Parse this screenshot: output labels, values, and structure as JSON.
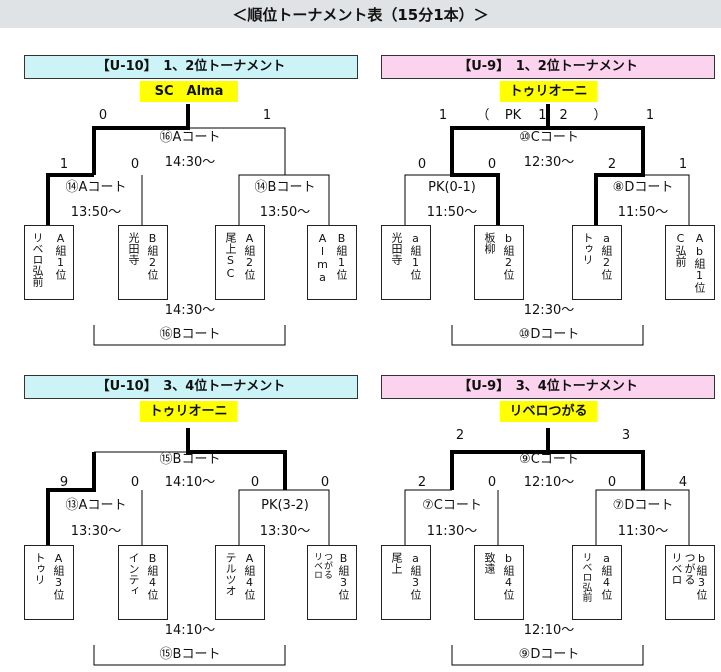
{
  "header": "＜順位トーナメント表（15分1本）＞",
  "b1": {
    "title": "【U-10】　1、2位トーナメント",
    "winner": "SC　Alma",
    "final_scores": [
      "0",
      "1"
    ],
    "final_court": "⑯Aコート",
    "final_time": "14:30～",
    "semi_left_scores": [
      "1",
      "0"
    ],
    "semi_left_court": "⑭Aコート",
    "semi_left_time": "13:50～",
    "semi_right_court": "⑭Bコート",
    "semi_right_time": "13:50～",
    "teams": [
      {
        "group": "A組1位",
        "name": "リベロ弘前"
      },
      {
        "group": "B組2位",
        "name": "光田寺"
      },
      {
        "group": "A組2位",
        "name": "尾上SC"
      },
      {
        "group": "B組1位",
        "name": "Alma"
      }
    ],
    "bottom_time": "14:30～",
    "bottom_court": "⑯Bコート"
  },
  "b2": {
    "title": "【U-9】　1、2位トーナメント",
    "winner": "トゥリオーニ",
    "final_scores": [
      "1",
      "1"
    ],
    "pk_open": "（",
    "pk_label": "PK",
    "pk_score": "1　2",
    "pk_close": "）",
    "final_court": "⑩Cコート",
    "final_time": "12:30～",
    "semi_left_scores": [
      "0",
      "0"
    ],
    "semi_left_court": "PK(0-1)",
    "semi_left_time": "11:50～",
    "semi_right_scores": [
      "2",
      "1"
    ],
    "semi_right_court": "⑧Dコート",
    "semi_right_time": "11:50～",
    "teams": [
      {
        "group": "a組1位",
        "name": "光田寺"
      },
      {
        "group": "b組2位",
        "name": "板柳"
      },
      {
        "group": "a組2位",
        "name": "トゥリ"
      },
      {
        "group": "Ab組1位",
        "name": "C弘前"
      }
    ],
    "bottom_time": "12:30～",
    "bottom_court": "⑩Dコート"
  },
  "b3": {
    "title": "【U-10】　3、4位トーナメント",
    "winner": "トゥリオーニ",
    "final_court": "⑮Bコート",
    "final_time": "14:10～",
    "semi_left_scores": [
      "9",
      "0"
    ],
    "semi_left_court": "⑬Aコート",
    "semi_left_time": "13:30～",
    "semi_right_scores": [
      "0",
      "0"
    ],
    "semi_right_court": "PK(3-2)",
    "semi_right_time": "13:30～",
    "teams": [
      {
        "group": "A組3位",
        "name": "トゥリ"
      },
      {
        "group": "B組4位",
        "name": "インティ"
      },
      {
        "group": "A組4位",
        "name": "テルツオ"
      },
      {
        "group": "B組3位",
        "name": "つがる\nリベロ"
      }
    ],
    "bottom_time": "14:10～",
    "bottom_court": "⑮Bコート"
  },
  "b4": {
    "title": "【U-9】　3、4位トーナメント",
    "winner": "リベロつがる",
    "final_scores": [
      "2",
      "3"
    ],
    "final_court": "⑨Cコート",
    "final_time": "12:10～",
    "semi_left_scores": [
      "2",
      "0"
    ],
    "semi_left_court": "⑦Cコート",
    "semi_left_time": "11:30～",
    "semi_right_scores": [
      "0",
      "4"
    ],
    "semi_right_court": "⑦Dコート",
    "semi_right_time": "11:30～",
    "teams": [
      {
        "group": "a組3位",
        "name": "尾上"
      },
      {
        "group": "b組4位",
        "name": "致遠"
      },
      {
        "group": "a組4位",
        "name": "リベロ弘前"
      },
      {
        "group": "b組3位",
        "name": "つがる\nリベロ"
      }
    ],
    "bottom_time": "12:10～",
    "bottom_court": "⑨Dコート"
  },
  "colors": {
    "u10_title_bg": "#ccf4f7",
    "u9_title_bg": "#fbd3ee",
    "winner_bg": "#ffff00",
    "header_bg": "#dfe3e6"
  }
}
